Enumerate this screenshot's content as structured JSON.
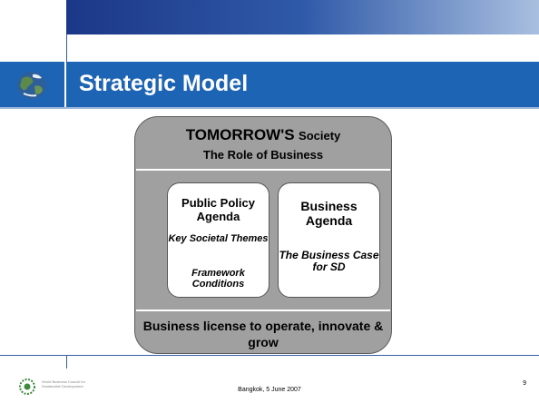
{
  "slide": {
    "title": "Strategic Model",
    "page_number": "9",
    "footer": "Bangkok, 5 June 2007",
    "logo_text": "World Business Council for Sustainable Development"
  },
  "diagram": {
    "header_tomorrow": "TOMORROW'S",
    "header_society": "Society",
    "header_sub": "The Role of Business",
    "left_box": {
      "title": "Public Policy Agenda",
      "themes": "Key Societal Themes",
      "conditions": "Framework Conditions"
    },
    "right_box": {
      "title": "Business Agenda",
      "case": "The Business Case for SD"
    },
    "bottom": "Business license to operate, innovate & grow"
  }
}
